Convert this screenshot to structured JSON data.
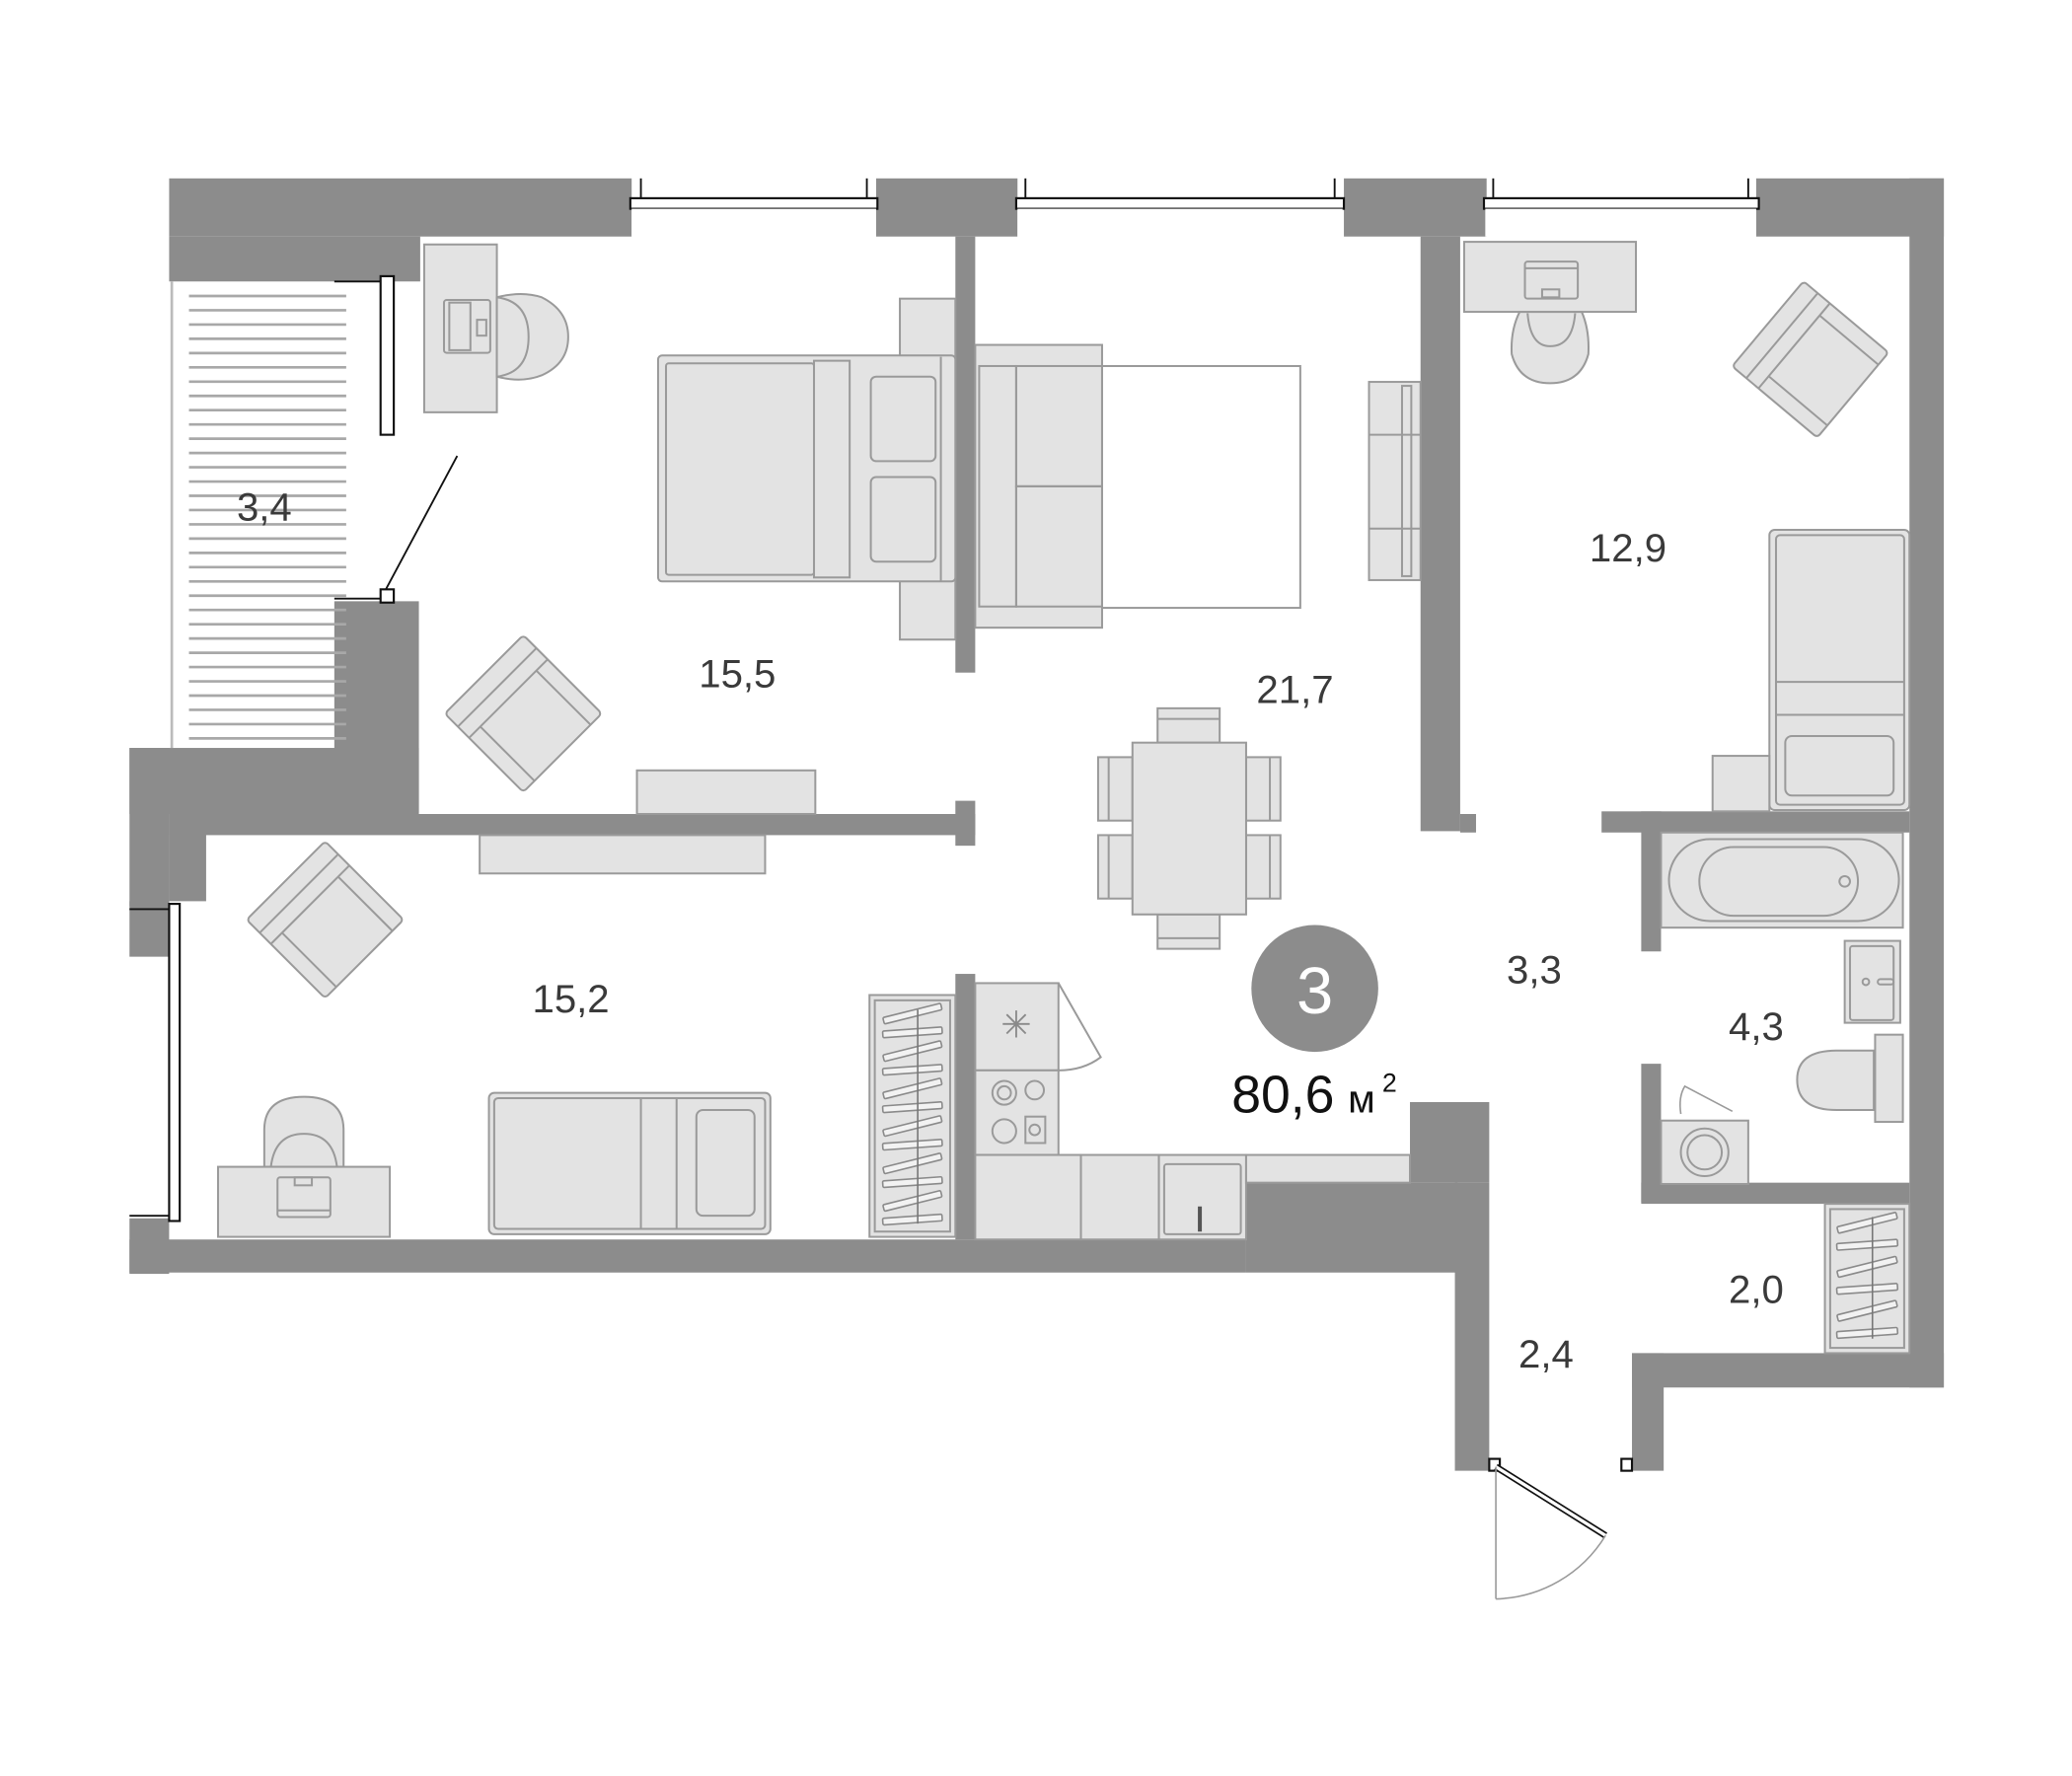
{
  "plan": {
    "rooms_count": "3",
    "total_area": "80,6",
    "area_unit": "м",
    "area_unit_sup": "2",
    "colors": {
      "wall": "#8c8c8c",
      "furniture": "#e3e3e3",
      "furniture_stroke": "#9a9a9a",
      "badge": "#8c8c8c",
      "label": "#3a3a3a"
    }
  },
  "rooms": [
    {
      "id": "balcony",
      "area": "3,4"
    },
    {
      "id": "bedroom-left",
      "area": "15,5"
    },
    {
      "id": "living-kitchen",
      "area": "21,7"
    },
    {
      "id": "bedroom-right",
      "area": "12,9"
    },
    {
      "id": "bedroom-bottom",
      "area": "15,2"
    },
    {
      "id": "hallway",
      "area": "3,3"
    },
    {
      "id": "bathroom",
      "area": "4,3"
    },
    {
      "id": "wardrobe",
      "area": "2,0"
    },
    {
      "id": "entrance",
      "area": "2,4"
    }
  ]
}
